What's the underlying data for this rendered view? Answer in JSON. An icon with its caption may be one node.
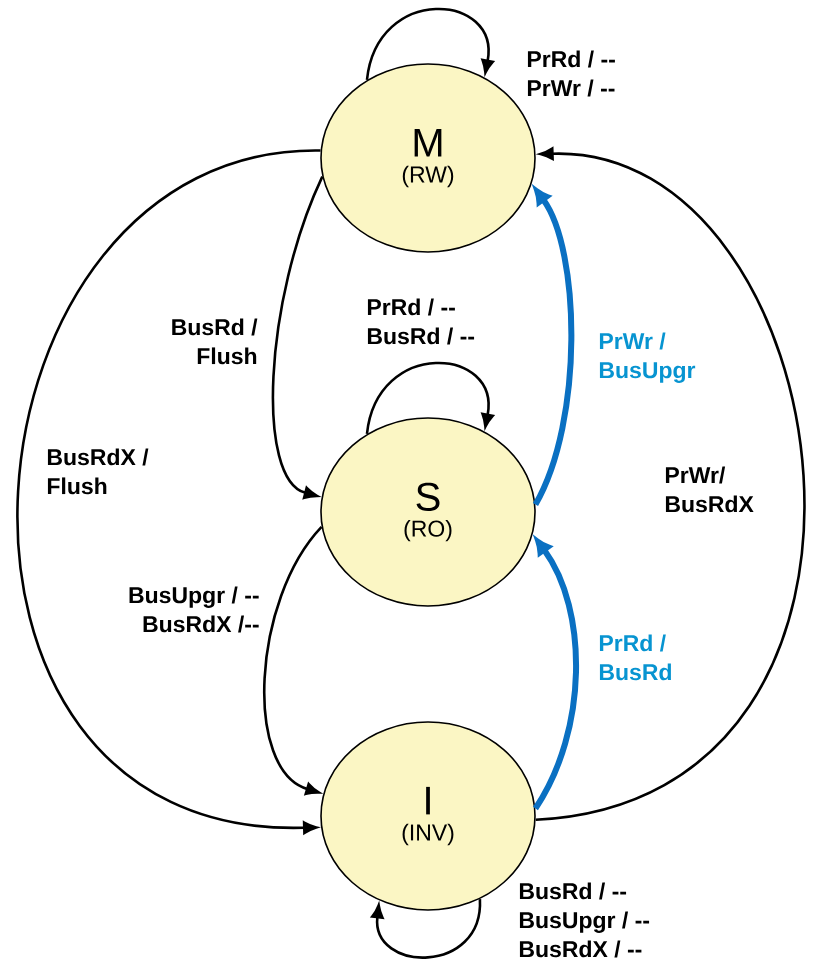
{
  "diagram": {
    "nodes": [
      {
        "text": [
          "M",
          "(RW)"
        ]
      },
      {
        "text": [
          "S",
          "(RO)"
        ]
      },
      {
        "text": [
          "I",
          "(INV)"
        ]
      }
    ],
    "edges": [
      {
        "from": 0,
        "to": 0,
        "arrow": "to",
        "label": "PrRd / -- PrWr / --"
      },
      {
        "from": 0,
        "to": 1,
        "arrow": "to",
        "label": "BusRd / Flush"
      },
      {
        "from": 1,
        "to": 1,
        "arrow": "to",
        "label": "PrRd / -- BusRd / --"
      },
      {
        "from": 0,
        "to": 2,
        "arrow": "to",
        "label": "BusRdX / Flush"
      },
      {
        "from": 1,
        "to": 2,
        "arrow": "to",
        "label": "BusUpgr / -- BusRdX /--"
      },
      {
        "from": 1,
        "to": 0,
        "arrow": "to",
        "label": "PrWr / BusUpgr",
        "style": "thick",
        "color": "#0a70c2"
      },
      {
        "from": 2,
        "to": 1,
        "arrow": "to",
        "label": "PrRd / BusRd",
        "style": "thick",
        "color": "#0a70c2"
      },
      {
        "from": 2,
        "to": 0,
        "arrow": "to",
        "label": "PrWr/ BusRdX"
      },
      {
        "from": 2,
        "to": 2,
        "arrow": "to",
        "label": "BusRd / -- BusUpgr / -- BusRdX / --"
      }
    ]
  }
}
